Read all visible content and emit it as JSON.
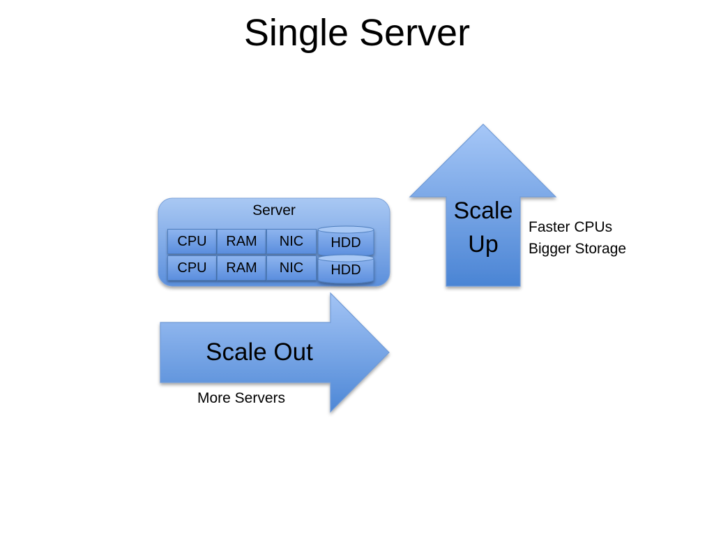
{
  "slide": {
    "title": "Single Server"
  },
  "server": {
    "title": "Server",
    "rows": [
      {
        "cpu": "CPU",
        "ram": "RAM",
        "nic": "NIC",
        "hdd": "HDD"
      },
      {
        "cpu": "CPU",
        "ram": "RAM",
        "nic": "NIC",
        "hdd": "HDD"
      }
    ]
  },
  "scale_up": {
    "line1": "Scale",
    "line2": "Up",
    "notes": [
      "Faster CPUs",
      "Bigger Storage"
    ]
  },
  "scale_out": {
    "label": "Scale Out",
    "note": "More Servers"
  },
  "colors": {
    "fill_light": "#9dc1f5",
    "fill_dark": "#4a85d6",
    "stroke": "#5b86c6",
    "server_box_light": "#a9c8f3",
    "server_box_dark": "#5b8fdc"
  }
}
